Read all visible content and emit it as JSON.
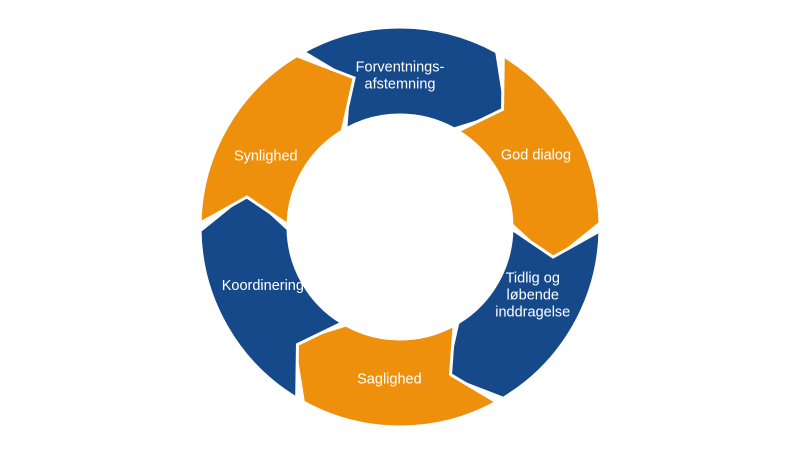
{
  "diagram": {
    "type": "cycle",
    "segments": [
      {
        "id": "forventningsafstemning",
        "lines": [
          "Forventnings-",
          "afstemning"
        ],
        "color": "#15498a"
      },
      {
        "id": "god-dialog",
        "lines": [
          "God dialog"
        ],
        "color": "#ee900c"
      },
      {
        "id": "tidlig-og-lobende-inddragelse",
        "lines": [
          "Tidlig og",
          "løbende",
          "inddragelse"
        ],
        "color": "#15498a"
      },
      {
        "id": "saglighed",
        "lines": [
          "Saglighed"
        ],
        "color": "#ee900c"
      },
      {
        "id": "koordinering",
        "lines": [
          "Koordinering"
        ],
        "color": "#15498a"
      },
      {
        "id": "synlighed",
        "lines": [
          "Synlighed"
        ],
        "color": "#ee900c"
      }
    ],
    "colors": {
      "blue": "#15498a",
      "orange": "#ee900c",
      "background": "#ffffff"
    }
  }
}
